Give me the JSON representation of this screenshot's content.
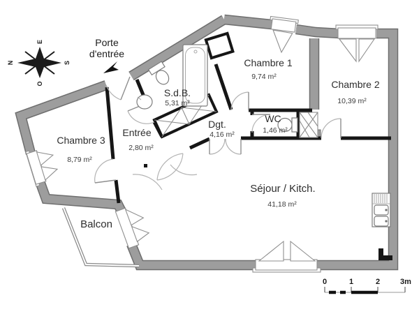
{
  "plan": {
    "entrance_note": {
      "line1": "Porte",
      "line2": "d'entrée"
    },
    "compass": {
      "north": "N",
      "east": "E",
      "south": "S",
      "west": "O"
    },
    "rooms": {
      "chambre1": {
        "name": "Chambre 1",
        "area": "9,74 m²"
      },
      "chambre2": {
        "name": "Chambre 2",
        "area": "10,39 m²"
      },
      "chambre3": {
        "name": "Chambre 3",
        "area": "8,79 m²"
      },
      "sdb": {
        "name": "S.d.B.",
        "area": "5,31 m²"
      },
      "entree": {
        "name": "Entrée",
        "area": "2,80 m²"
      },
      "dgt": {
        "name": "Dgt.",
        "area": "4,16 m²"
      },
      "wc": {
        "name": "WC",
        "area": "1,46 m²"
      },
      "sejour": {
        "name": "Séjour / Kitch.",
        "area": "41,18 m²"
      },
      "balcon": {
        "name": "Balcon"
      }
    },
    "scale_bar": {
      "labels": [
        "0",
        "1",
        "2",
        "3m"
      ]
    },
    "colors": {
      "exterior_wall": "#9d9d9d",
      "wall_edge": "#6e6e6e",
      "interior_wall": "#161616",
      "fixture_line": "#8f8f8f",
      "text": "#2e2e2e"
    }
  }
}
